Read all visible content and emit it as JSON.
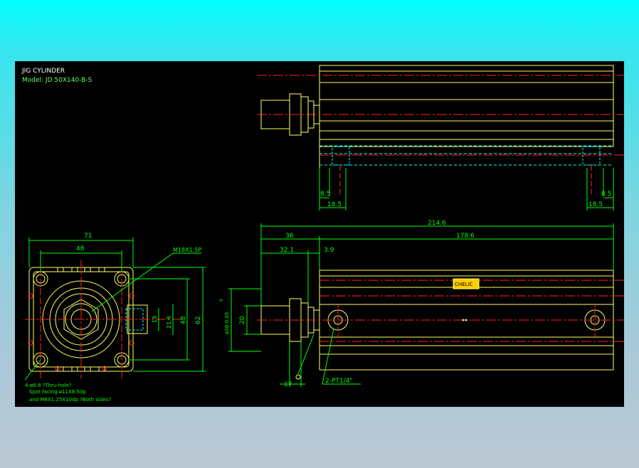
{
  "title": "JIG CYLINDER",
  "model": "Model: JD 50X140-B-S",
  "colors": {
    "background_top": "#00ffff",
    "paper": "#000000",
    "outline": "#ffff66",
    "dimension": "#00ff00",
    "center_line": "#ff2222",
    "hidden_line": "#00ffff",
    "title_text": "#ffffff",
    "model_text": "#66ff66"
  },
  "side_view_top": {
    "dim_left_small": "8.5",
    "dim_left_large": "18.5",
    "dim_right_small": "8.5",
    "dim_right_large": "18.5"
  },
  "front_view": {
    "width_total": "71",
    "width_holes": "48",
    "thread_callout": "M18X1.5P",
    "height_total": "62",
    "height_holes": "48",
    "port_depth": "21.6",
    "port_dia": "19",
    "hole_note_1": "4-ø6.8     ?Thru-hole?",
    "hole_note_2": "Spot facing  ø11X8.5dp",
    "hole_note_3": "and M8X1.25X10dp ?Both sides?"
  },
  "side_view_bottom": {
    "overall_length": "214.6",
    "rod_length": "36",
    "body_length": "178.6",
    "rod_extension": "32.1",
    "flange": "3.9",
    "rod_dia": "20",
    "rod_dia_tol": "ø38-0.05",
    "rod_dia_tol_upper": "0",
    "wrench_flat": "17",
    "port_note": "2-PT1/4\"",
    "label_badge": "CHELIC"
  }
}
